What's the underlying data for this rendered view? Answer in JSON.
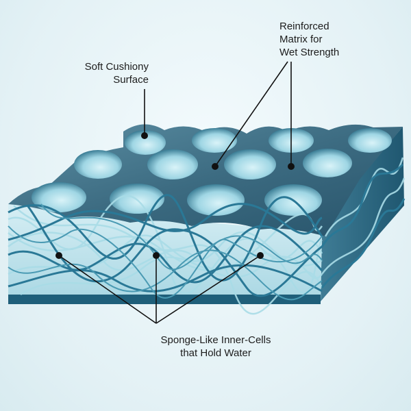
{
  "labels": {
    "soft_cushiony": [
      "Soft Cushiony",
      "Surface"
    ],
    "reinforced_matrix": [
      "Reinforced",
      "Matrix for",
      "Wet Strength"
    ],
    "sponge_cells": [
      "Sponge-Like Inner-Cells",
      "that Hold Water"
    ]
  },
  "colors": {
    "background": "#e3f1f5",
    "top_surface": "#3d6a80",
    "cell_light": "#bfe6ef",
    "fiber_dark": "#1f6a86",
    "fiber_light": "#8fd0de",
    "leader_line": "#111111"
  }
}
